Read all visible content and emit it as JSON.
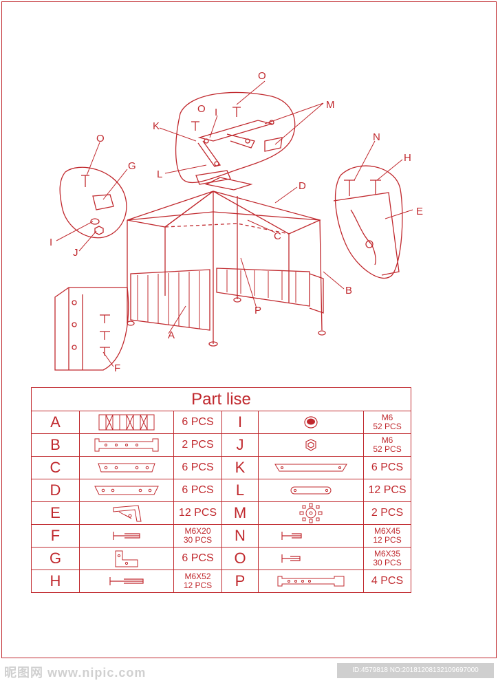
{
  "diagram": {
    "labels": [
      "O",
      "O",
      "M",
      "K",
      "I",
      "L",
      "G",
      "D",
      "N",
      "H",
      "E",
      "O",
      "I",
      "J",
      "C",
      "B",
      "P",
      "A",
      "F"
    ]
  },
  "table": {
    "title": "Part lise",
    "rows": [
      {
        "left_letter": "A",
        "left_qty": "6 PCS",
        "right_letter": "I",
        "right_qty": "M6\n52 PCS"
      },
      {
        "left_letter": "B",
        "left_qty": "2 PCS",
        "right_letter": "J",
        "right_qty": "M6\n52 PCS"
      },
      {
        "left_letter": "C",
        "left_qty": "6 PCS",
        "right_letter": "K",
        "right_qty": "6 PCS"
      },
      {
        "left_letter": "D",
        "left_qty": "6 PCS",
        "right_letter": "L",
        "right_qty": "12 PCS"
      },
      {
        "left_letter": "E",
        "left_qty": "12 PCS",
        "right_letter": "M",
        "right_qty": "2 PCS"
      },
      {
        "left_letter": "F",
        "left_qty": "M6X20\n30 PCS",
        "right_letter": "N",
        "right_qty": "M6X45\n12 PCS"
      },
      {
        "left_letter": "G",
        "left_qty": "6 PCS",
        "right_letter": "O",
        "right_qty": "M6X35\n30 PCS"
      },
      {
        "left_letter": "H",
        "left_qty": "M6X52\n12 PCS",
        "right_letter": "P",
        "right_qty": "4 PCS"
      }
    ]
  },
  "footer": {
    "watermark_left": "昵图网 www.nipic.com",
    "watermark_right": "ID:4579818 NO:20181208132109697000"
  },
  "colors": {
    "line": "#c0282d",
    "watermark": "#cfcfcf"
  }
}
